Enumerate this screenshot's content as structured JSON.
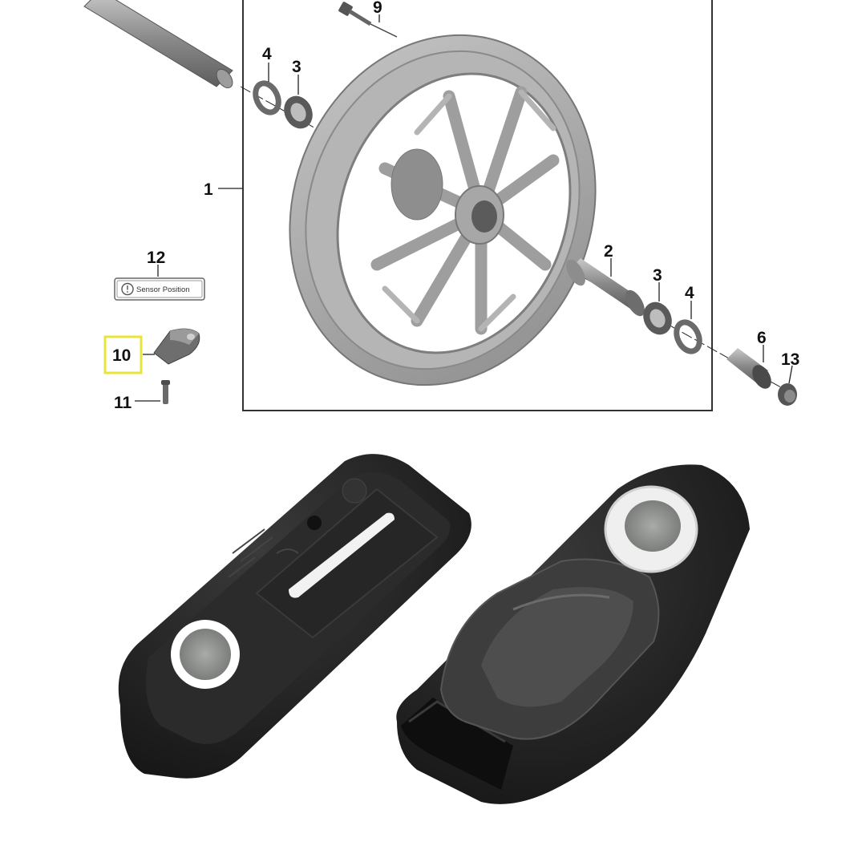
{
  "colors": {
    "highlight": "#e8e43a",
    "frame": "#333333",
    "metal": "#a9a9a9",
    "rubber": "#1f1f1f"
  },
  "labels": {
    "p1": "1",
    "p2": "2",
    "p3a": "3",
    "p3b": "3",
    "p4a": "4",
    "p4b": "4",
    "p6": "6",
    "p9": "9",
    "p10": "10",
    "p11": "11",
    "p12": "12",
    "p13": "13"
  },
  "sticker": {
    "text": "Sensor Position",
    "icon": "tire-pressure-icon"
  }
}
